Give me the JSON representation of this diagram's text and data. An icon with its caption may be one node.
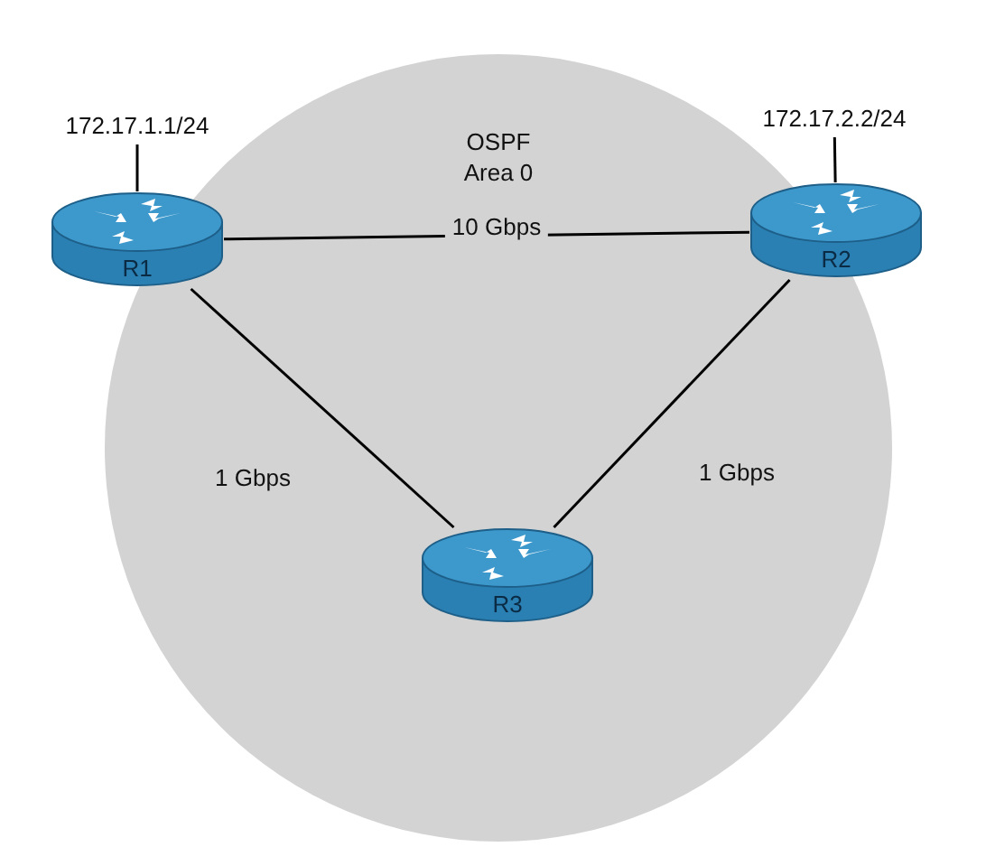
{
  "diagram": {
    "nodes": [
      {
        "text": [
          "OSPF Area 0"
        ]
      },
      {
        "text": [
          "172.17.1.1/24"
        ]
      },
      {
        "text": [
          "R1"
        ]
      },
      {
        "text": [
          "172.17.2.2/24"
        ]
      },
      {
        "text": [
          "R2"
        ]
      },
      {
        "text": [
          "R3"
        ],
        "in": 0
      }
    ],
    "edges": [
      {
        "from": 1,
        "to": 2,
        "arrow": "none"
      },
      {
        "from": 3,
        "to": 4,
        "arrow": "none"
      },
      {
        "from": 2,
        "to": 4,
        "arrow": "none",
        "label": "10 Gbps"
      },
      {
        "from": 2,
        "to": 5,
        "arrow": "none",
        "label": "1 Gbps"
      },
      {
        "from": 4,
        "to": 5,
        "arrow": "none",
        "label": "1 Gbps"
      }
    ]
  }
}
